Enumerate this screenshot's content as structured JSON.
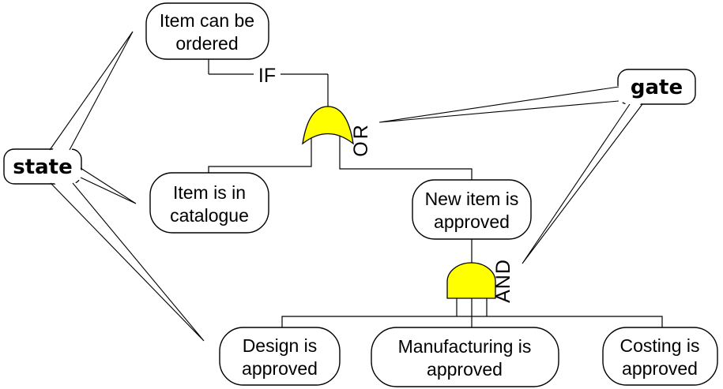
{
  "colors": {
    "background": "#ffffff",
    "gate_fill": "#ffff00",
    "line": "#000000",
    "box_fill": "#ffffff"
  },
  "nodes": {
    "item_ordered": {
      "line1": "Item can be",
      "line2": "ordered"
    },
    "item_catalogue": {
      "line1": "Item is in",
      "line2": "catalogue"
    },
    "new_item": {
      "line1": "New item is",
      "line2": "approved"
    },
    "design": {
      "line1": "Design is",
      "line2": "approved"
    },
    "manufacturing": {
      "line1": "Manufacturing is",
      "line2": "approved"
    },
    "costing": {
      "line1": "Costing is",
      "line2": "approved"
    }
  },
  "operators": {
    "if": "IF",
    "or": "OR",
    "and": "AND"
  },
  "callouts": {
    "state": "state",
    "gate": "gate"
  }
}
